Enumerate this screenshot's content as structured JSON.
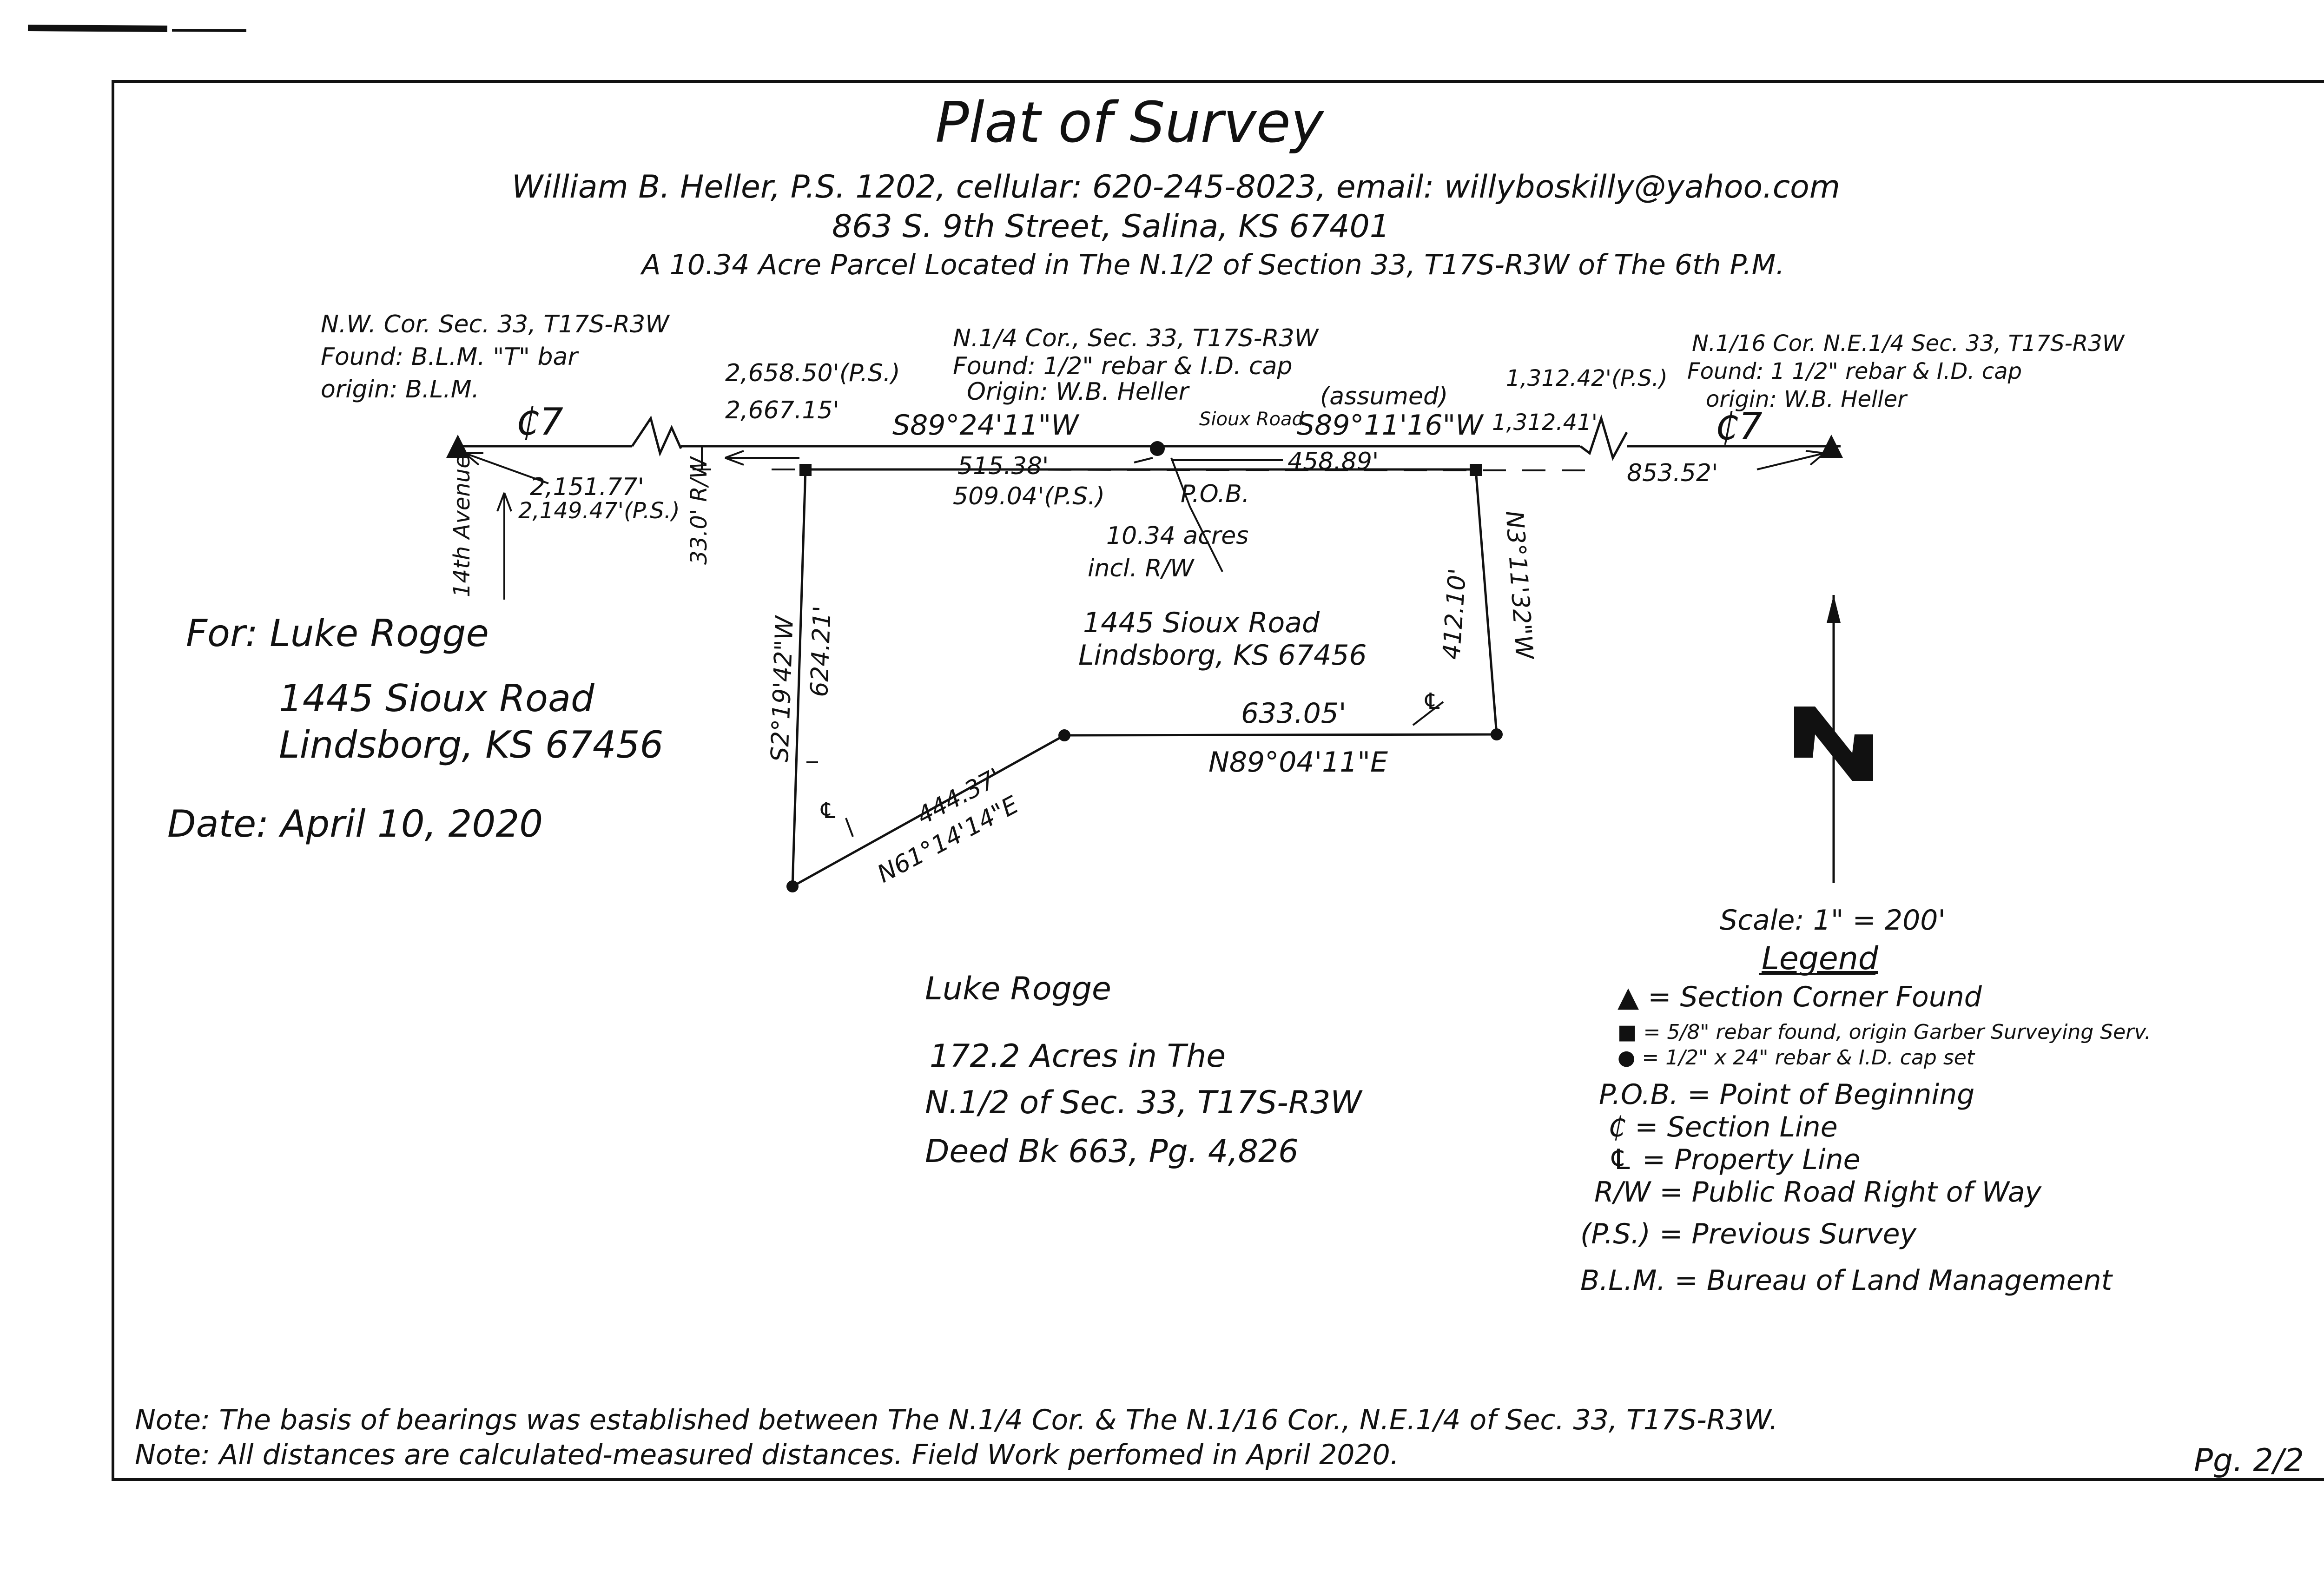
{
  "header": {
    "title": "Plat of Survey",
    "surveyor": "William B. Heller, P.S. 1202, cellular: 620-245-8023, email: willyboskilly@yahoo.com",
    "address": "863 S. 9th Street, Salina, KS 67401",
    "parcel": "A 10.34 Acre Parcel Located in The N.1/2 of Section 33, T17S-R3W of The 6th P.M."
  },
  "client": {
    "for": "For: Luke Rogge",
    "street": "1445 Sioux Road",
    "city": "Lindsborg, KS 67456",
    "date": "Date: April 10, 2020"
  },
  "corners": {
    "nw": [
      "N.W. Cor. Sec. 33, T17S-R3W",
      "Found: B.L.M. \"T\" bar",
      "origin: B.L.M."
    ],
    "n_quarter": [
      "N.1/4 Cor., Sec. 33, T17S-R3W",
      "Found: 1/2\" rebar & I.D. cap",
      "Origin: W.B. Heller"
    ],
    "n_sixteenth": [
      "N.1/16 Cor. N.E.1/4 Sec. 33, T17S-R3W",
      "Found: 1 1/2\" rebar & I.D. cap",
      "origin: W.B. Heller"
    ]
  },
  "labels": {
    "section_line_left": "₵7",
    "section_line_right": "₵7",
    "dist_2658": "2,658.50'(P.S.)",
    "dist_2667": "2,667.15'",
    "bearing_top1": "S89°24'11\"W",
    "dist_515": "515.38'",
    "dist_509": "509.04'(P.S.)",
    "sioux_road": "Sioux Road",
    "assumed": "(assumed)",
    "bearing_top2": "S89°11'16\"W",
    "dist_458": "458.89'",
    "dist_1312ps": "1,312.42'(P.S.)",
    "dist_1312": "1,312.41'",
    "dist_853": "853.52'",
    "dist_2151": "2,151.77'",
    "dist_2149": "2,149.47'(P.S.)",
    "avenue": "14th Avenue",
    "rw": "33.0' R/W",
    "pob": "P.O.B.",
    "acres": "10.34 acres",
    "incl_rw": "incl. R/W",
    "parcel_street": "1445 Sioux Road",
    "parcel_city": "Lindsborg, KS 67456",
    "west_bearing": "S2°19'42\"W",
    "west_dist": "624.21'",
    "east_dist": "412.10'",
    "east_bearing": "N3°11'32\"W",
    "south_dist": "633.05'",
    "south_bearing": "N89°04'11\"E",
    "sw_dist": "444.37'",
    "sw_bearing": "N61°14'14\"E",
    "pl_1": "℄",
    "pl_2": "℄"
  },
  "owner": {
    "name": "Luke Rogge",
    "acres": "172.2 Acres in The",
    "location": "N.1/2 of Sec. 33, T17S-R3W",
    "deed": "Deed Bk 663, Pg. 4,826"
  },
  "scale": "Scale: 1\" = 200'",
  "legend": {
    "title": "Legend",
    "items": [
      "▲ = Section Corner Found",
      "■ = 5/8\" rebar found, origin Garber Surveying Serv.",
      "● = 1/2\" x 24\" rebar & I.D. cap set",
      "P.O.B. = Point of Beginning",
      "₵ = Section Line",
      "℄ = Property Line",
      "R/W = Public Road Right of Way",
      "(P.S.) = Previous Survey",
      "B.L.M. = Bureau of Land Management"
    ]
  },
  "notes": [
    "Note: The basis of bearings was established between The N.1/4 Cor. & The N.1/16 Cor., N.E.1/4 of Sec. 33, T17S-R3W.",
    "Note: All distances are calculated-measured distances. Field Work perfomed in April 2020."
  ],
  "page_number": "Pg. 2/2"
}
